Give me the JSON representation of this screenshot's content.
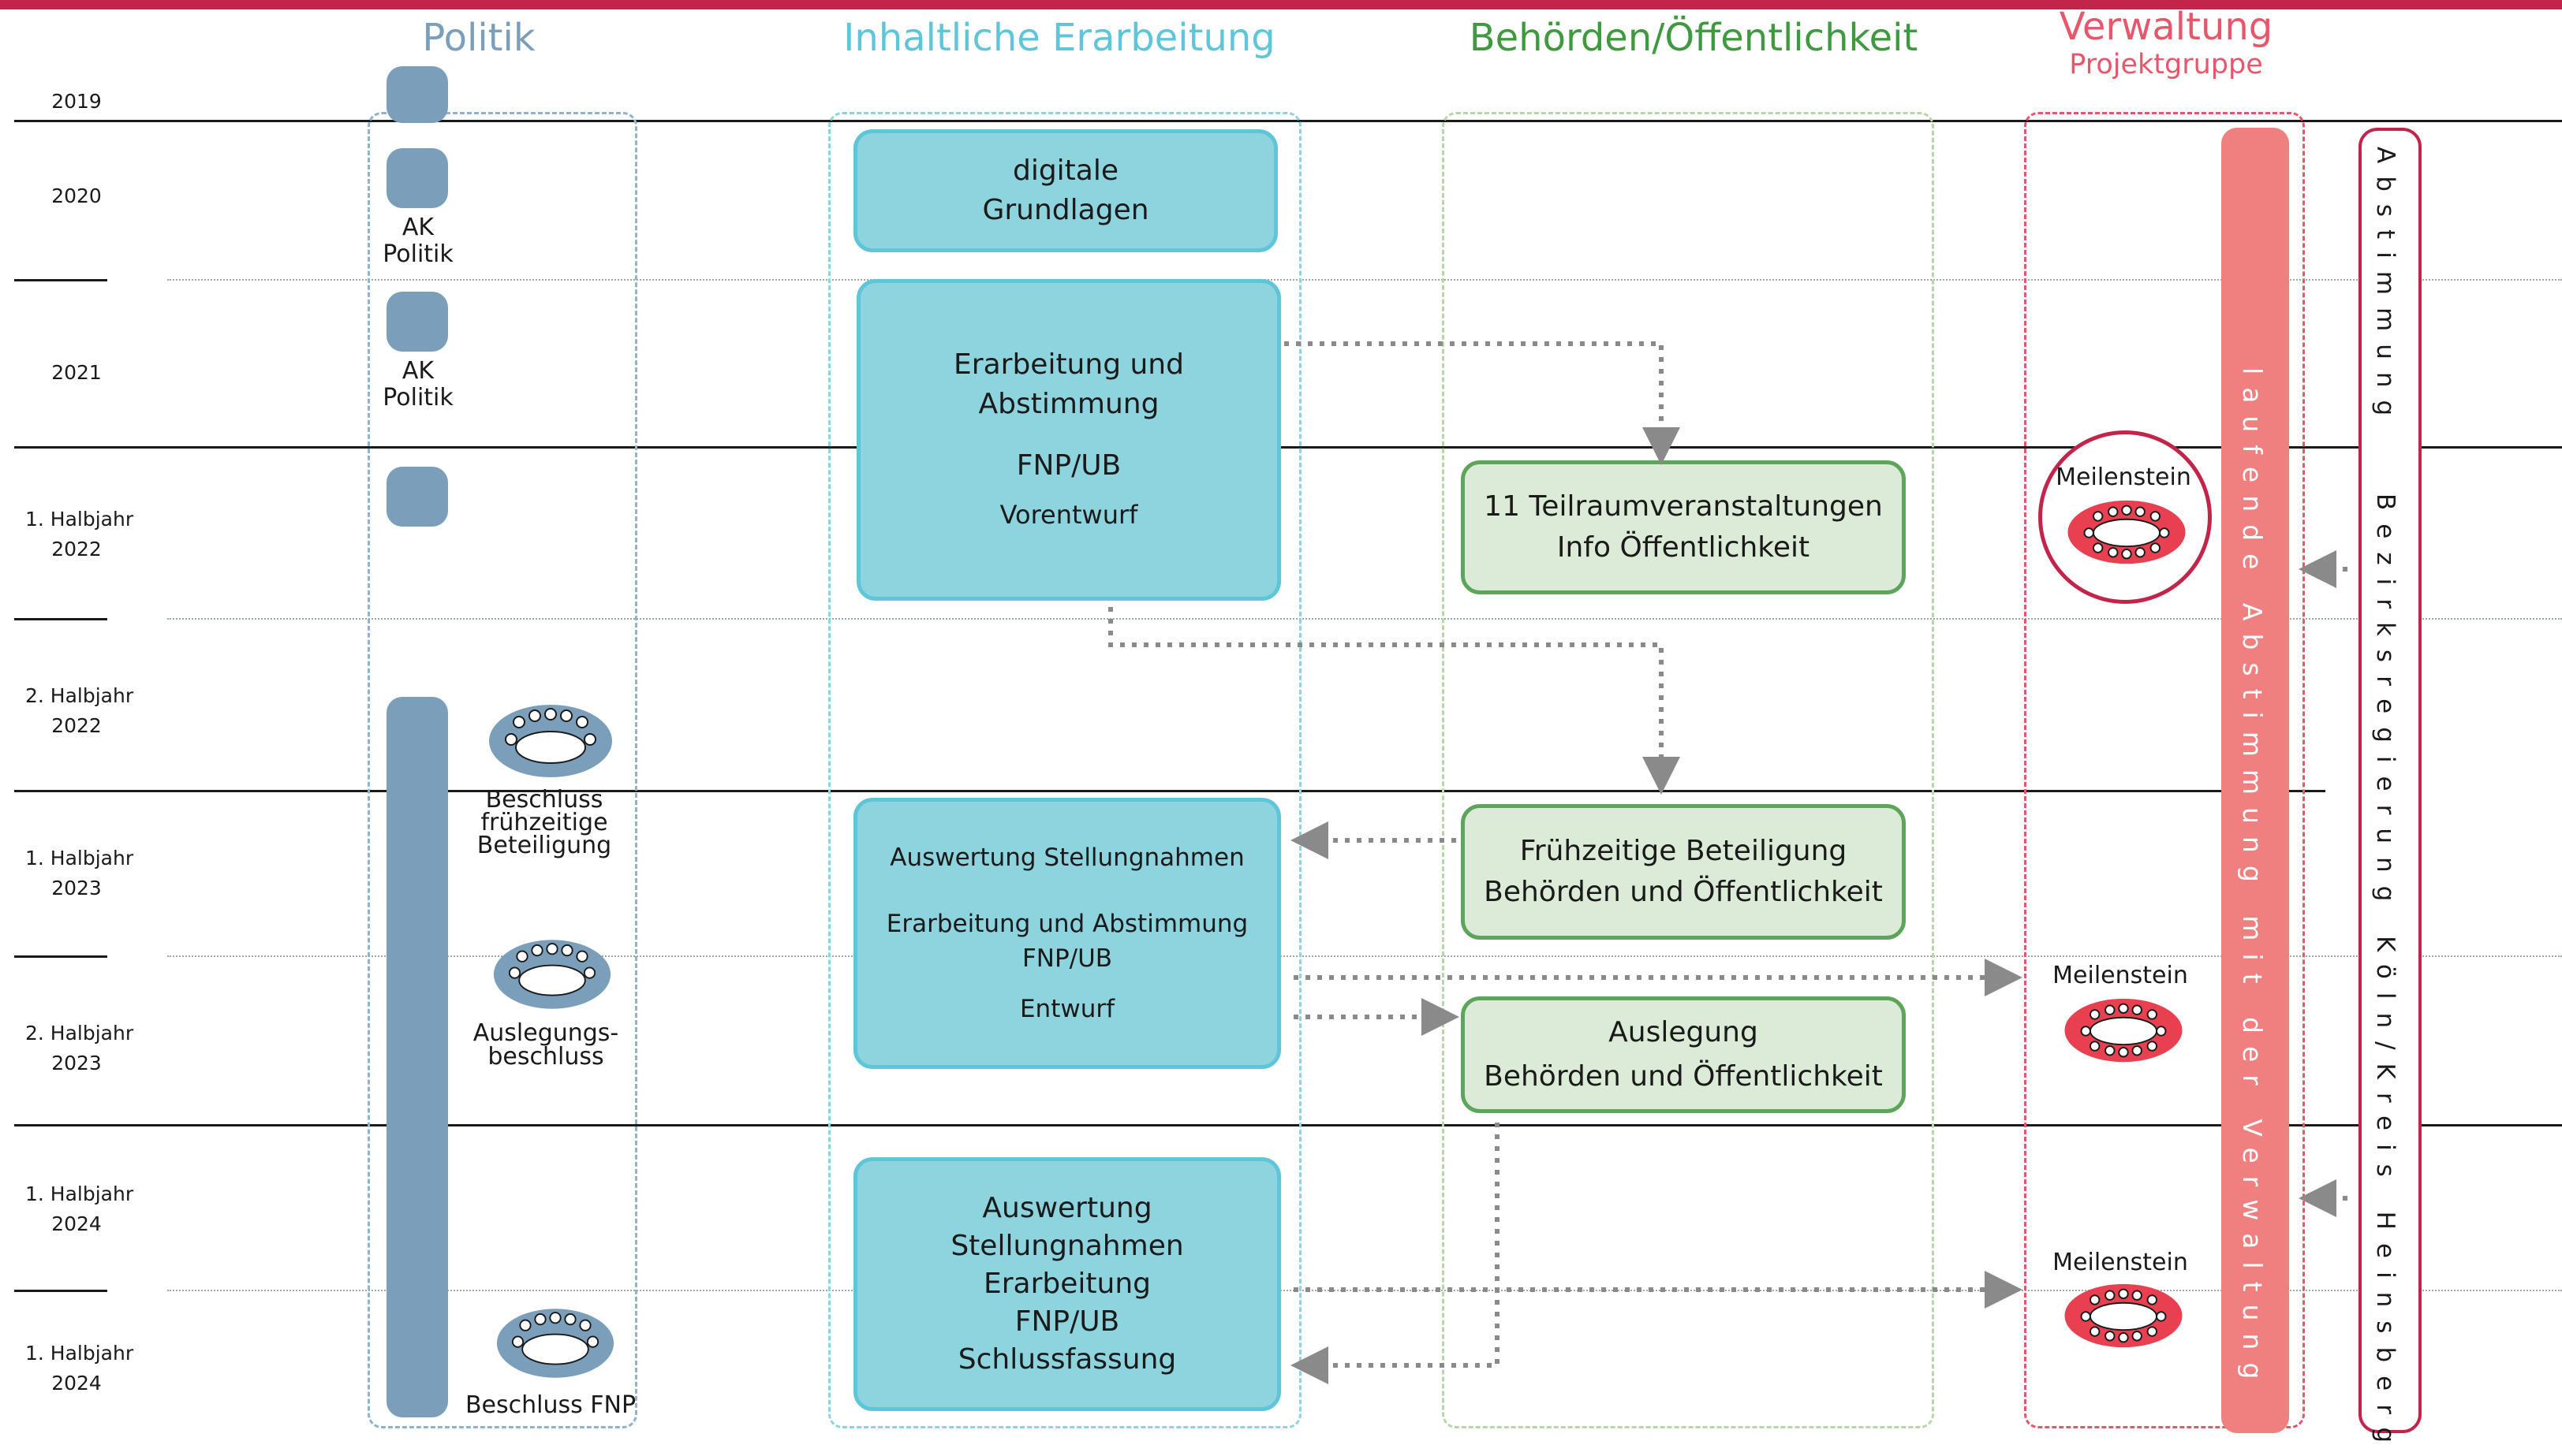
{
  "columns": {
    "politik": "Politik",
    "inhalt": "Inhaltliche Erarbeitung",
    "behoerden": "Behörden/Öffentlichkeit",
    "verwaltung": "Verwaltung",
    "projektgruppe": "Projektgruppe"
  },
  "timeline": [
    {
      "line1": "2019",
      "line2": ""
    },
    {
      "line1": "2020",
      "line2": ""
    },
    {
      "line1": "2021",
      "line2": ""
    },
    {
      "line1": "1. Halbjahr",
      "line2": "2022"
    },
    {
      "line1": "2. Halbjahr",
      "line2": "2022"
    },
    {
      "line1": "1. Halbjahr",
      "line2": "2023"
    },
    {
      "line1": "2. Halbjahr",
      "line2": "2023"
    },
    {
      "line1": "1. Halbjahr",
      "line2": "2024"
    },
    {
      "line1": "1. Halbjahr",
      "line2": "2024"
    }
  ],
  "politik": {
    "ak1": {
      "line1": "AK",
      "line2": "Politik"
    },
    "ak2": {
      "line1": "AK",
      "line2": "Politik"
    },
    "beschluss1": {
      "line1": "Beschluss",
      "line2": "frühzeitige",
      "line3": "Beteiligung"
    },
    "beschluss2": {
      "line1": "Auslegungs-",
      "line2": "beschluss"
    },
    "beschluss3": "Beschluss FNP"
  },
  "inhalt": {
    "box1": {
      "line1": "digitale",
      "line2": "Grundlagen"
    },
    "box2": {
      "line1": "Erarbeitung und",
      "line2": "Abstimmung",
      "line3": "FNP/UB",
      "line4": "Vorentwurf"
    },
    "box3": {
      "line1": "Auswertung Stellungnahmen",
      "line2": "Erarbeitung und  Abstimmung",
      "line3": "FNP/UB",
      "line4": "Entwurf"
    },
    "box4": {
      "line1": "Auswertung",
      "line2": "Stellungnahmen",
      "line3": "Erarbeitung",
      "line4": "FNP/UB",
      "line5": "Schlussfassung"
    }
  },
  "behoerden": {
    "box1": {
      "line1": "11 Teilraumveranstaltungen",
      "line2": "Info Öffentlichkeit"
    },
    "box2": {
      "line1": "Frühzeitige Beteiligung",
      "line2": "Behörden und Öffentlichkeit"
    },
    "box3": {
      "line1": "Auslegung",
      "line2": "Behörden und Öffentlichkeit"
    }
  },
  "verwaltung": {
    "milestone1": "Meilenstein",
    "milestone2": "Meilenstein",
    "milestone3": "Meilenstein",
    "bar_text": "laufende Abstimmung mit der Verwaltung"
  },
  "bezirk": {
    "text1": "Abstimmung",
    "text2": "Bezirksregierung Köln/Kreis Heinsberg"
  },
  "colors": {
    "top_bar": "#c2244a",
    "politik": "#7b9fba",
    "inhalt": "#5fc6d9",
    "behoerden": "#5da55a",
    "verwaltung": "#e8566c"
  }
}
